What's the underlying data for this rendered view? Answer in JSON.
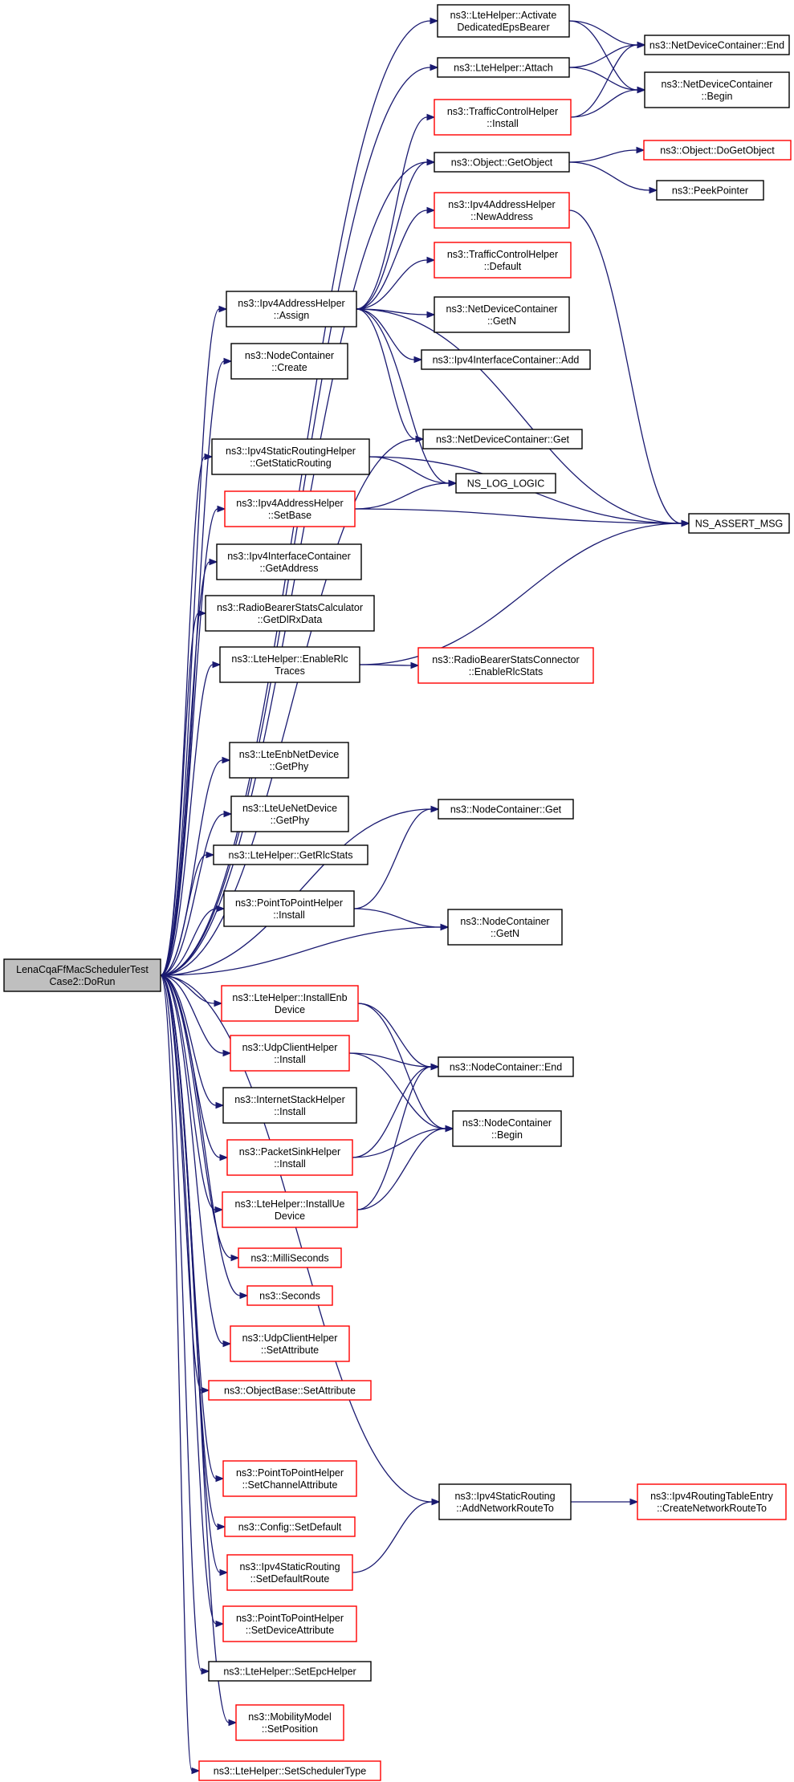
{
  "root": {
    "lines": [
      "LenaCqaFfMacSchedulerTest",
      "Case2::DoRun"
    ],
    "fill": "#bfbfbf"
  },
  "colors": {
    "edge": "#191970",
    "border_ok": "#000000",
    "border_truncated": "#ff0000",
    "node_fill": "#ffffff"
  },
  "nodes": [
    {
      "id": "activate",
      "lines": [
        "ns3::LteHelper::Activate",
        "DedicatedEpsBearer"
      ],
      "truncated": false
    },
    {
      "id": "attach",
      "lines": [
        "ns3::LteHelper::Attach"
      ],
      "truncated": false
    },
    {
      "id": "ndc_end",
      "lines": [
        "ns3::NetDeviceContainer::End"
      ],
      "truncated": false
    },
    {
      "id": "ndc_begin",
      "lines": [
        "ns3::NetDeviceContainer",
        "::Begin"
      ],
      "truncated": false
    },
    {
      "id": "tch_install",
      "lines": [
        "ns3::TrafficControlHelper",
        "::Install"
      ],
      "truncated": true
    },
    {
      "id": "getobject",
      "lines": [
        "ns3::Object::GetObject"
      ],
      "truncated": false
    },
    {
      "id": "dogetobject",
      "lines": [
        "ns3::Object::DoGetObject"
      ],
      "truncated": true
    },
    {
      "id": "peekpointer",
      "lines": [
        "ns3::PeekPointer"
      ],
      "truncated": false
    },
    {
      "id": "newaddress",
      "lines": [
        "ns3::Ipv4AddressHelper",
        "::NewAddress"
      ],
      "truncated": true
    },
    {
      "id": "tch_default",
      "lines": [
        "ns3::TrafficControlHelper",
        "::Default"
      ],
      "truncated": true
    },
    {
      "id": "assign",
      "lines": [
        "ns3::Ipv4AddressHelper",
        "::Assign"
      ],
      "truncated": false
    },
    {
      "id": "ndc_getn",
      "lines": [
        "ns3::NetDeviceContainer",
        "::GetN"
      ],
      "truncated": false
    },
    {
      "id": "iic_add",
      "lines": [
        "ns3::Ipv4InterfaceContainer::Add"
      ],
      "truncated": false
    },
    {
      "id": "nc_create",
      "lines": [
        "ns3::NodeContainer",
        "::Create"
      ],
      "truncated": false
    },
    {
      "id": "ndc_get",
      "lines": [
        "ns3::NetDeviceContainer::Get"
      ],
      "truncated": false
    },
    {
      "id": "getstaticrouting",
      "lines": [
        "ns3::Ipv4StaticRoutingHelper",
        "::GetStaticRouting"
      ],
      "truncated": false
    },
    {
      "id": "ns_log_logic",
      "lines": [
        "NS_LOG_LOGIC"
      ],
      "truncated": false
    },
    {
      "id": "setbase",
      "lines": [
        "ns3::Ipv4AddressHelper",
        "::SetBase"
      ],
      "truncated": true
    },
    {
      "id": "ns_assert_msg",
      "lines": [
        "NS_ASSERT_MSG"
      ],
      "truncated": false
    },
    {
      "id": "getaddress",
      "lines": [
        "ns3::Ipv4InterfaceContainer",
        "::GetAddress"
      ],
      "truncated": false
    },
    {
      "id": "getdlrxdata",
      "lines": [
        "ns3::RadioBearerStatsCalculator",
        "::GetDlRxData"
      ],
      "truncated": false
    },
    {
      "id": "enablerlctraces",
      "lines": [
        "ns3::LteHelper::EnableRlc",
        "Traces"
      ],
      "truncated": false
    },
    {
      "id": "enablerlcstats",
      "lines": [
        "ns3::RadioBearerStatsConnector",
        "::EnableRlcStats"
      ],
      "truncated": true
    },
    {
      "id": "enb_getphy",
      "lines": [
        "ns3::LteEnbNetDevice",
        "::GetPhy"
      ],
      "truncated": false
    },
    {
      "id": "nc_get",
      "lines": [
        "ns3::NodeContainer::Get"
      ],
      "truncated": false
    },
    {
      "id": "ue_getphy",
      "lines": [
        "ns3::LteUeNetDevice",
        "::GetPhy"
      ],
      "truncated": false
    },
    {
      "id": "getrlcstats",
      "lines": [
        "ns3::LteHelper::GetRlcStats"
      ],
      "truncated": false
    },
    {
      "id": "p2p_install",
      "lines": [
        "ns3::PointToPointHelper",
        "::Install"
      ],
      "truncated": false
    },
    {
      "id": "nc_getn",
      "lines": [
        "ns3::NodeContainer",
        "::GetN"
      ],
      "truncated": false
    },
    {
      "id": "installenb",
      "lines": [
        "ns3::LteHelper::InstallEnb",
        "Device"
      ],
      "truncated": true
    },
    {
      "id": "udpclient_install",
      "lines": [
        "ns3::UdpClientHelper",
        "::Install"
      ],
      "truncated": true
    },
    {
      "id": "nc_end",
      "lines": [
        "ns3::NodeContainer::End"
      ],
      "truncated": false
    },
    {
      "id": "internetstack",
      "lines": [
        "ns3::InternetStackHelper",
        "::Install"
      ],
      "truncated": false
    },
    {
      "id": "nc_begin",
      "lines": [
        "ns3::NodeContainer",
        "::Begin"
      ],
      "truncated": false
    },
    {
      "id": "packetsink",
      "lines": [
        "ns3::PacketSinkHelper",
        "::Install"
      ],
      "truncated": true
    },
    {
      "id": "installue",
      "lines": [
        "ns3::LteHelper::InstallUe",
        "Device"
      ],
      "truncated": true
    },
    {
      "id": "milliseconds",
      "lines": [
        "ns3::MilliSeconds"
      ],
      "truncated": true
    },
    {
      "id": "seconds",
      "lines": [
        "ns3::Seconds"
      ],
      "truncated": true
    },
    {
      "id": "udpclient_setattr",
      "lines": [
        "ns3::UdpClientHelper",
        "::SetAttribute"
      ],
      "truncated": true
    },
    {
      "id": "objectbase_setattr",
      "lines": [
        "ns3::ObjectBase::SetAttribute"
      ],
      "truncated": true
    },
    {
      "id": "setchannelattr",
      "lines": [
        "ns3::PointToPointHelper",
        "::SetChannelAttribute"
      ],
      "truncated": true
    },
    {
      "id": "addnetworkrouteto",
      "lines": [
        "ns3::Ipv4StaticRouting",
        "::AddNetworkRouteTo"
      ],
      "truncated": false
    },
    {
      "id": "createnetworkrouteto",
      "lines": [
        "ns3::Ipv4RoutingTableEntry",
        "::CreateNetworkRouteTo"
      ],
      "truncated": true
    },
    {
      "id": "config_setdefault",
      "lines": [
        "ns3::Config::SetDefault"
      ],
      "truncated": true
    },
    {
      "id": "setdefaultroute",
      "lines": [
        "ns3::Ipv4StaticRouting",
        "::SetDefaultRoute"
      ],
      "truncated": true
    },
    {
      "id": "setdeviceattr",
      "lines": [
        "ns3::PointToPointHelper",
        "::SetDeviceAttribute"
      ],
      "truncated": true
    },
    {
      "id": "setepchelper",
      "lines": [
        "ns3::LteHelper::SetEpcHelper"
      ],
      "truncated": false
    },
    {
      "id": "setposition",
      "lines": [
        "ns3::MobilityModel",
        "::SetPosition"
      ],
      "truncated": true
    },
    {
      "id": "setschedulertype",
      "lines": [
        "ns3::LteHelper::SetSchedulerType"
      ],
      "truncated": true
    }
  ],
  "edges": [
    [
      "root",
      "activate"
    ],
    [
      "root",
      "attach"
    ],
    [
      "root",
      "getobject"
    ],
    [
      "root",
      "assign"
    ],
    [
      "root",
      "nc_create"
    ],
    [
      "root",
      "ndc_get"
    ],
    [
      "root",
      "getstaticrouting"
    ],
    [
      "root",
      "setbase"
    ],
    [
      "root",
      "getaddress"
    ],
    [
      "root",
      "getdlrxdata"
    ],
    [
      "root",
      "enablerlctraces"
    ],
    [
      "root",
      "nc_get"
    ],
    [
      "root",
      "enb_getphy"
    ],
    [
      "root",
      "ue_getphy"
    ],
    [
      "root",
      "getrlcstats"
    ],
    [
      "root",
      "p2p_install"
    ],
    [
      "root",
      "nc_getn"
    ],
    [
      "root",
      "installenb"
    ],
    [
      "root",
      "udpclient_install"
    ],
    [
      "root",
      "internetstack"
    ],
    [
      "root",
      "packetsink"
    ],
    [
      "root",
      "installue"
    ],
    [
      "root",
      "milliseconds"
    ],
    [
      "root",
      "seconds"
    ],
    [
      "root",
      "udpclient_setattr"
    ],
    [
      "root",
      "objectbase_setattr"
    ],
    [
      "root",
      "addnetworkrouteto"
    ],
    [
      "root",
      "setchannelattr"
    ],
    [
      "root",
      "config_setdefault"
    ],
    [
      "root",
      "setdefaultroute"
    ],
    [
      "root",
      "setdeviceattr"
    ],
    [
      "root",
      "setepchelper"
    ],
    [
      "root",
      "setposition"
    ],
    [
      "root",
      "setschedulertype"
    ],
    [
      "activate",
      "ndc_end"
    ],
    [
      "activate",
      "ndc_begin"
    ],
    [
      "attach",
      "ndc_end"
    ],
    [
      "attach",
      "ndc_begin"
    ],
    [
      "tch_install",
      "ndc_end"
    ],
    [
      "tch_install",
      "ndc_begin"
    ],
    [
      "getobject",
      "dogetobject"
    ],
    [
      "getobject",
      "peekpointer"
    ],
    [
      "newaddress",
      "ns_assert_msg"
    ],
    [
      "assign",
      "tch_install"
    ],
    [
      "assign",
      "getobject"
    ],
    [
      "assign",
      "newaddress"
    ],
    [
      "assign",
      "tch_default"
    ],
    [
      "assign",
      "ndc_getn"
    ],
    [
      "assign",
      "iic_add"
    ],
    [
      "assign",
      "ndc_get"
    ],
    [
      "assign",
      "ns_log_logic"
    ],
    [
      "assign",
      "ns_assert_msg"
    ],
    [
      "getstaticrouting",
      "ns_log_logic"
    ],
    [
      "getstaticrouting",
      "ns_assert_msg"
    ],
    [
      "setbase",
      "ns_log_logic"
    ],
    [
      "setbase",
      "ns_assert_msg"
    ],
    [
      "enablerlctraces",
      "ns_assert_msg"
    ],
    [
      "enablerlctraces",
      "enablerlcstats"
    ],
    [
      "p2p_install",
      "nc_get"
    ],
    [
      "p2p_install",
      "nc_getn"
    ],
    [
      "installenb",
      "nc_end"
    ],
    [
      "installenb",
      "nc_begin"
    ],
    [
      "udpclient_install",
      "nc_end"
    ],
    [
      "udpclient_install",
      "nc_begin"
    ],
    [
      "packetsink",
      "nc_end"
    ],
    [
      "packetsink",
      "nc_begin"
    ],
    [
      "installue",
      "nc_end"
    ],
    [
      "installue",
      "nc_begin"
    ],
    [
      "addnetworkrouteto",
      "createnetworkrouteto"
    ],
    [
      "setdefaultroute",
      "addnetworkrouteto"
    ]
  ]
}
